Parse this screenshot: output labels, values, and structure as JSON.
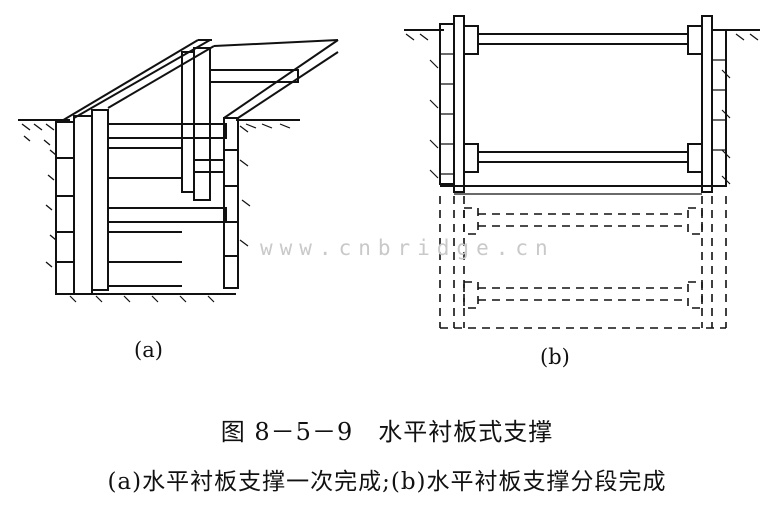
{
  "figure": {
    "panel_a_label": "(a)",
    "panel_b_label": "(b)",
    "caption_title": "图 8－5－9　水平衬板式支撑",
    "caption_sub": "(a)水平衬板支撑一次完成;(b)水平衬板支撑分段完成",
    "watermark": "www.cnbridge.cn"
  },
  "colors": {
    "ink": "#111111",
    "paper": "#ffffff",
    "watermark": "#c9c9c9"
  }
}
